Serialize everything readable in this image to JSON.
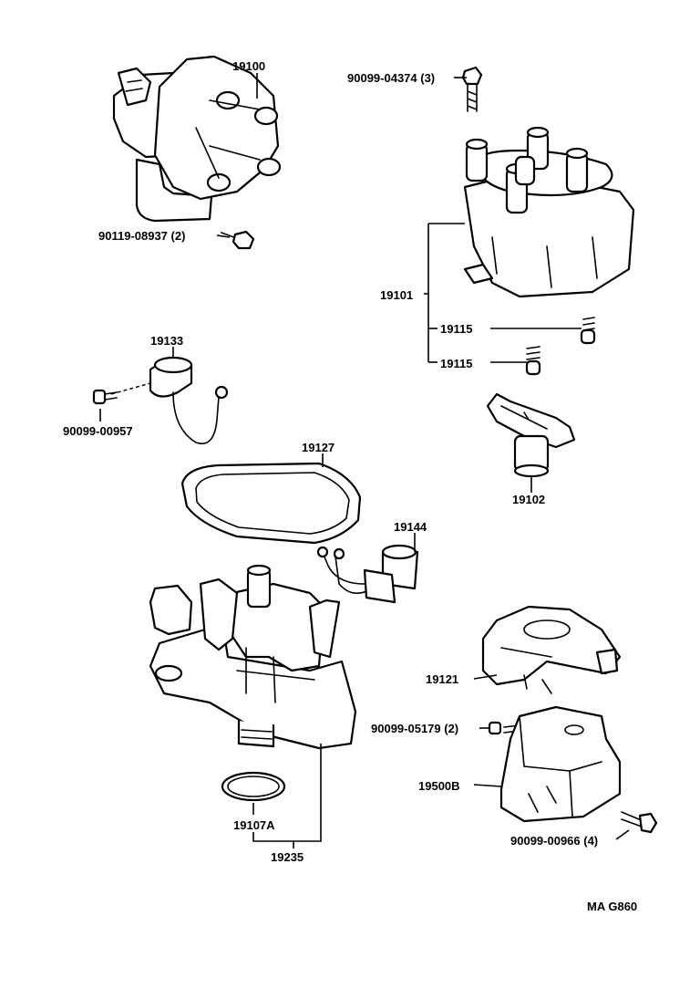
{
  "parts": {
    "p19100": "19100",
    "p90099_04374": "90099-04374 (3)",
    "p90119_08937": "90119-08937 (2)",
    "p19101": "19101",
    "p19115_a": "19115",
    "p19115_b": "19115",
    "p19133": "19133",
    "p90099_00957": "90099-00957",
    "p19127": "19127",
    "p19102": "19102",
    "p19144": "19144",
    "p19121": "19121",
    "p90099_05179": "90099-05179 (2)",
    "p19500B": "19500B",
    "p90099_00966": "90099-00966 (4)",
    "p19107A": "19107A",
    "p19235": "19235"
  },
  "diagram_code": "MA G860"
}
